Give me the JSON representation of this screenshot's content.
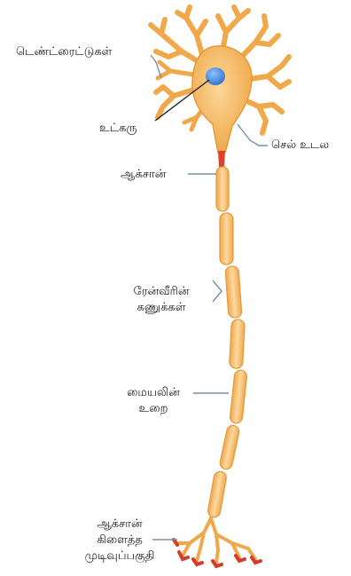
{
  "labels": {
    "dendrites": "டெண்ட்ரைட்டுகள்",
    "nucleus": "உட்கரு",
    "cell_body": "செல் உடல",
    "axon": "ஆக்சான்",
    "ranvier_1": "ரேன்வீரின்",
    "ranvier_2": "கணுக்கள்",
    "myelin_1": "மையலின்",
    "myelin_2": "உறை",
    "terminal_1": "ஆக்சான்",
    "terminal_2": "கிளைத்த",
    "terminal_3": "முடிவுப்பகுதி"
  },
  "colors": {
    "neuron_fill": "#f5b85c",
    "neuron_edge": "#e39a3a",
    "myelin_fill": "#f7c27a",
    "nucleus": "#3f8fe0",
    "axon_hillock": "#e0402a",
    "terminal_tips": "#d83a2a",
    "leader_line": "#7a8fa6"
  }
}
